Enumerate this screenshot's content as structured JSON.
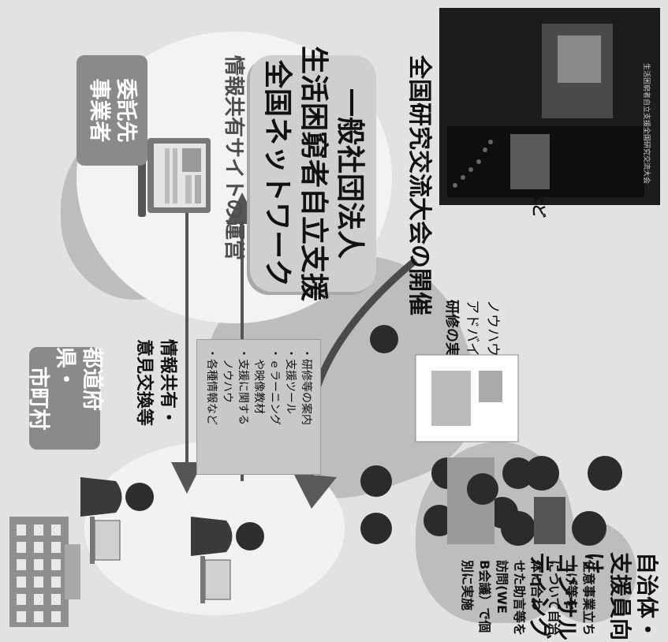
{
  "tags": {
    "prefecture": [
      "都道府県・",
      "市町村"
    ],
    "contractor": [
      "委託先",
      "事業者"
    ]
  },
  "info_share": [
    "情報共有・",
    "意見交換等"
  ],
  "resource_list": [
    "・研修等の案内",
    "・支援ツール",
    "・ｅラーニング",
    "　や映像教材",
    "・支援に関する",
    "　ノウハウ",
    "・各種情報など"
  ],
  "site_operation": "情報共有サイトの運営",
  "organization": [
    "一般社団法人",
    "生活困窮者自立支援",
    "全国ネットワーク"
  ],
  "national_meeting": "全国研究交流大会の開催",
  "knowhow": [
    "ノウハウの伝達、",
    "アドバイスの提供、",
    "研修の実施"
  ],
  "etc": "など",
  "consulting_title": [
    "自治体・支援員向け",
    "コンサルティング"
  ],
  "consulting_desc": [
    "任意事業立ち上げ等を",
    "について自治体に合わ",
    "せた助言等を訪問(WE",
    "B会議）で個別に実施"
  ],
  "photo_banner": "生活困窮者自立支援全国研究交流大会",
  "colors": {
    "background": "#e2e2e2",
    "map": "#bdbdbd",
    "tag": "#8a8a8a",
    "arrow": "#5a5a5a",
    "org_box": "#cfcfcf"
  }
}
